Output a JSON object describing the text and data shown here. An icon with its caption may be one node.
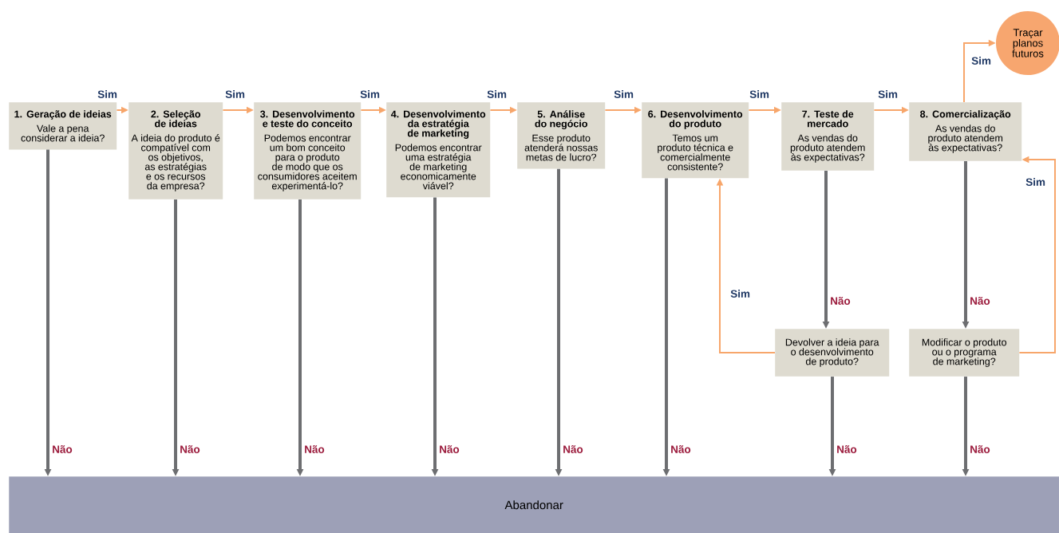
{
  "diagram": {
    "nodes": [
      {
        "text": [
          "1. Geração de ideias",
          "Vale a pena considerar a ideia?"
        ]
      },
      {
        "text": [
          "2. Seleção de ideias",
          "A ideia do produto é compatível com os objetivos, as estratégias e os recursos da empresa?"
        ]
      },
      {
        "text": [
          "3. Desenvolvimento e teste do conceito",
          "Podemos encontrar um bom conceito para o produto de modo que os consumidores aceitem experimentá-lo?"
        ]
      },
      {
        "text": [
          "4. Desenvolvimento da estratégia de marketing",
          "Podemos encontrar uma estratégia de marketing economicamente viável?"
        ]
      },
      {
        "text": [
          "5. Análise do negócio",
          "Esse produto atenderá nossas metas de lucro?"
        ]
      },
      {
        "text": [
          "6. Desenvolvimento do produto",
          "Temos um produto técnica e comercialmente consistente?"
        ]
      },
      {
        "text": [
          "7. Teste de mercado",
          "As vendas do produto atendem às expectativas?"
        ]
      },
      {
        "text": [
          "8. Comercialização",
          "As vendas do produto atendem às expectativas?"
        ]
      },
      {
        "text": [
          "Traçar planos futuros"
        ]
      },
      {
        "text": [
          "Devolver a ideia para o desenvolvimento de produto?"
        ]
      },
      {
        "text": [
          "Modificar o produto ou o programa de marketing?"
        ]
      },
      {
        "text": [
          "Abandonar"
        ]
      }
    ],
    "edges": [
      {
        "from": 0,
        "to": 1,
        "arrow": "to",
        "label": "Sim",
        "color": "#f7a66b"
      },
      {
        "from": 1,
        "to": 2,
        "arrow": "to",
        "label": "Sim",
        "color": "#f7a66b"
      },
      {
        "from": 2,
        "to": 3,
        "arrow": "to",
        "label": "Sim",
        "color": "#f7a66b"
      },
      {
        "from": 3,
        "to": 4,
        "arrow": "to",
        "label": "Sim",
        "color": "#f7a66b"
      },
      {
        "from": 4,
        "to": 5,
        "arrow": "to",
        "label": "Sim",
        "color": "#f7a66b"
      },
      {
        "from": 5,
        "to": 6,
        "arrow": "to",
        "label": "Sim",
        "color": "#f7a66b"
      },
      {
        "from": 6,
        "to": 7,
        "arrow": "to",
        "label": "Sim",
        "color": "#f7a66b"
      },
      {
        "from": 7,
        "to": 8,
        "arrow": "to",
        "label": "Sim",
        "color": "#f7a66b"
      },
      {
        "from": 6,
        "to": 9,
        "arrow": "to",
        "label": "Não",
        "style": "thick",
        "color": "#6d6e71"
      },
      {
        "from": 9,
        "to": 5,
        "arrow": "to",
        "label": "Sim",
        "color": "#f7a66b"
      },
      {
        "from": 7,
        "to": 10,
        "arrow": "to",
        "label": "Não",
        "style": "thick",
        "color": "#6d6e71"
      },
      {
        "from": 10,
        "to": 7,
        "arrow": "to",
        "label": "Sim",
        "color": "#f7a66b"
      },
      {
        "from": 0,
        "to": 11,
        "arrow": "to",
        "label": "Não",
        "style": "thick",
        "color": "#6d6e71"
      },
      {
        "from": 1,
        "to": 11,
        "arrow": "to",
        "label": "Não",
        "style": "thick",
        "color": "#6d6e71"
      },
      {
        "from": 2,
        "to": 11,
        "arrow": "to",
        "label": "Não",
        "style": "thick",
        "color": "#6d6e71"
      },
      {
        "from": 3,
        "to": 11,
        "arrow": "to",
        "label": "Não",
        "style": "thick",
        "color": "#6d6e71"
      },
      {
        "from": 4,
        "to": 11,
        "arrow": "to",
        "label": "Não",
        "style": "thick",
        "color": "#6d6e71"
      },
      {
        "from": 5,
        "to": 11,
        "arrow": "to",
        "label": "Não",
        "style": "thick",
        "color": "#6d6e71"
      },
      {
        "from": 9,
        "to": 11,
        "arrow": "to",
        "label": "Não",
        "style": "thick",
        "color": "#6d6e71"
      },
      {
        "from": 10,
        "to": 11,
        "arrow": "to",
        "label": "Não",
        "style": "thick",
        "color": "#6d6e71"
      }
    ]
  }
}
